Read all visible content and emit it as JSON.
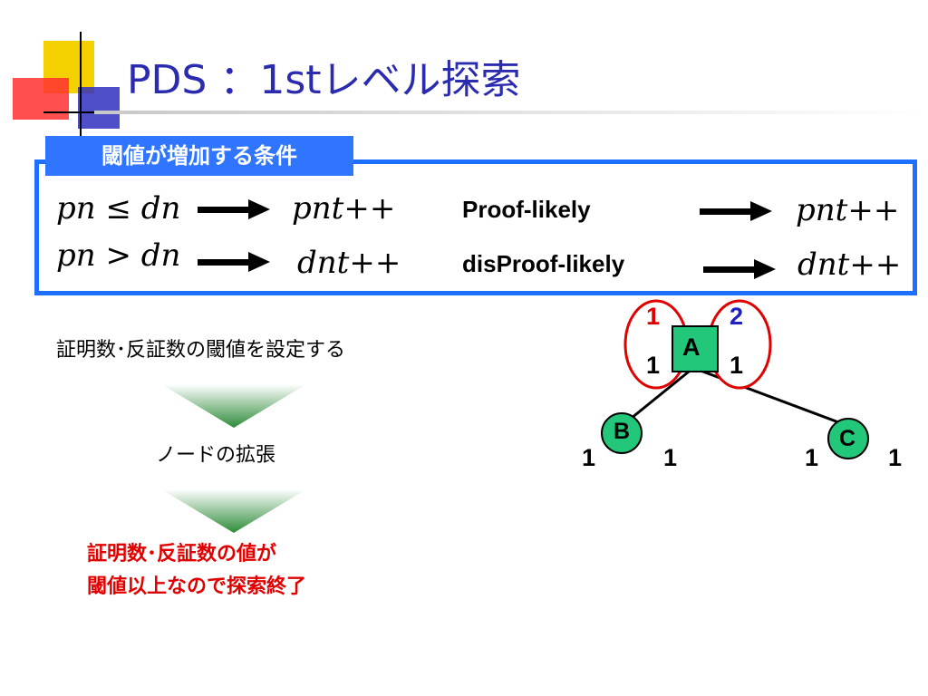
{
  "slide": {
    "title": "PDS ：1stレベル探索",
    "tab_label": "閾値が増加する条件"
  },
  "conditions": [
    {
      "condition": "pn ≤ dn",
      "increment": "pnt++",
      "type": "Proof-likely",
      "type_increment": "pnt++"
    },
    {
      "condition": "pn > dn",
      "increment": "dnt++",
      "type": "disProof-likely",
      "type_increment": "dnt++"
    }
  ],
  "steps": {
    "step1": "証明数･反証数の閾値を設定する",
    "step2": "ノードの拡張",
    "result_line1": "証明数･反証数の値が",
    "result_line2": "閾値以上なので探索終了"
  },
  "tree": {
    "root": {
      "label": "A",
      "pn": "1",
      "dn": "1",
      "pnt": "1",
      "dnt": "2"
    },
    "children": [
      {
        "label": "B",
        "pn": "1",
        "dn": "1"
      },
      {
        "label": "C",
        "pn": "1",
        "dn": "1"
      }
    ]
  },
  "colors": {
    "accent_blue": "#2f75ff",
    "title_blue": "#2b2bb0",
    "node_green": "#22c77a",
    "ellipse_red": "#e00000",
    "threshold_red": "#e00000",
    "threshold_blue": "#2020c0",
    "arrow_green": "#2e8b3a"
  }
}
